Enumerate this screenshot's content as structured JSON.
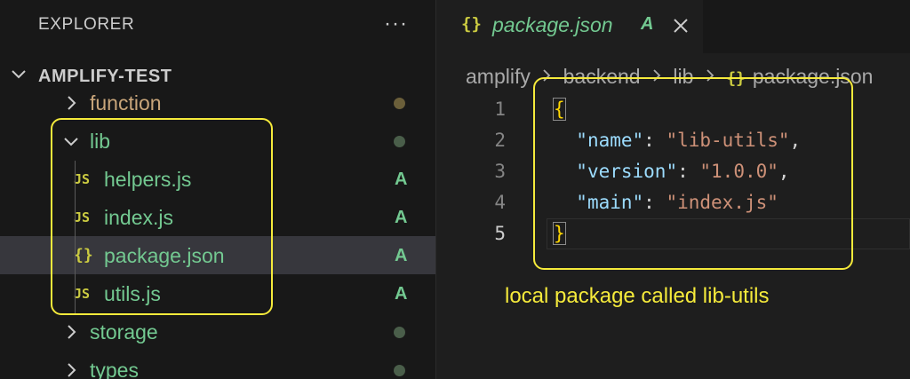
{
  "colors": {
    "added_green": "#73c991",
    "js_icon_yellow": "#cbcb41",
    "annotation_yellow": "#f5ea3b",
    "selected_row": "#37373d"
  },
  "explorer": {
    "title": "EXPLORER",
    "more_label": "···",
    "project": {
      "name": "AMPLIFY-TEST",
      "icon": "chevron-down-icon"
    },
    "items": [
      {
        "name": "function",
        "type": "folder",
        "expanded": false,
        "depth": 1,
        "color": "#c8a57a",
        "indicator": "dot",
        "dot_color": "#6b5f3a"
      },
      {
        "name": "lib",
        "type": "folder",
        "expanded": true,
        "depth": 1,
        "color": "#73c991",
        "indicator": "dot",
        "dot_color": "#4a5e4a"
      },
      {
        "name": "helpers.js",
        "type": "file",
        "icon_text": "JS",
        "depth": 2,
        "color": "#73c991",
        "indicator": "badge",
        "badge": "A"
      },
      {
        "name": "index.js",
        "type": "file",
        "icon_text": "JS",
        "depth": 2,
        "color": "#73c991",
        "indicator": "badge",
        "badge": "A"
      },
      {
        "name": "package.json",
        "type": "file",
        "icon_text": "{}",
        "depth": 2,
        "color": "#73c991",
        "indicator": "badge",
        "badge": "A",
        "selected": true
      },
      {
        "name": "utils.js",
        "type": "file",
        "icon_text": "JS",
        "depth": 2,
        "color": "#73c991",
        "indicator": "badge",
        "badge": "A"
      },
      {
        "name": "storage",
        "type": "folder",
        "expanded": false,
        "depth": 1,
        "color": "#73c991",
        "indicator": "dot",
        "dot_color": "#4a5e4a"
      },
      {
        "name": "types",
        "type": "folder",
        "expanded": false,
        "depth": 1,
        "color": "#73c991",
        "indicator": "dot",
        "dot_color": "#4a5e4a"
      }
    ]
  },
  "tab": {
    "icon_text": "{}",
    "label": "package.json",
    "status": "A",
    "close_icon": "close-icon"
  },
  "breadcrumb": {
    "segments": [
      "amplify",
      "backend",
      "lib",
      "package.json"
    ],
    "last_icon_text": "{}"
  },
  "editor": {
    "current_line": 5,
    "lines": [
      {
        "num": "1",
        "tokens": [
          {
            "t": "{",
            "c": "brace",
            "match": true
          }
        ]
      },
      {
        "num": "2",
        "tokens": [
          {
            "t": "  "
          },
          {
            "t": "\"name\"",
            "c": "key"
          },
          {
            "t": ": ",
            "c": "punct"
          },
          {
            "t": "\"lib-utils\"",
            "c": "str"
          },
          {
            "t": ",",
            "c": "punct"
          }
        ]
      },
      {
        "num": "3",
        "tokens": [
          {
            "t": "  "
          },
          {
            "t": "\"version\"",
            "c": "key"
          },
          {
            "t": ": ",
            "c": "punct"
          },
          {
            "t": "\"1.0.0\"",
            "c": "str"
          },
          {
            "t": ",",
            "c": "punct"
          }
        ]
      },
      {
        "num": "4",
        "tokens": [
          {
            "t": "  "
          },
          {
            "t": "\"main\"",
            "c": "key"
          },
          {
            "t": ": ",
            "c": "punct"
          },
          {
            "t": "\"index.js\"",
            "c": "str"
          }
        ]
      },
      {
        "num": "5",
        "tokens": [
          {
            "t": "}",
            "c": "brace",
            "match": true
          }
        ]
      }
    ]
  },
  "annotation": {
    "text": "local package called lib-utils"
  }
}
